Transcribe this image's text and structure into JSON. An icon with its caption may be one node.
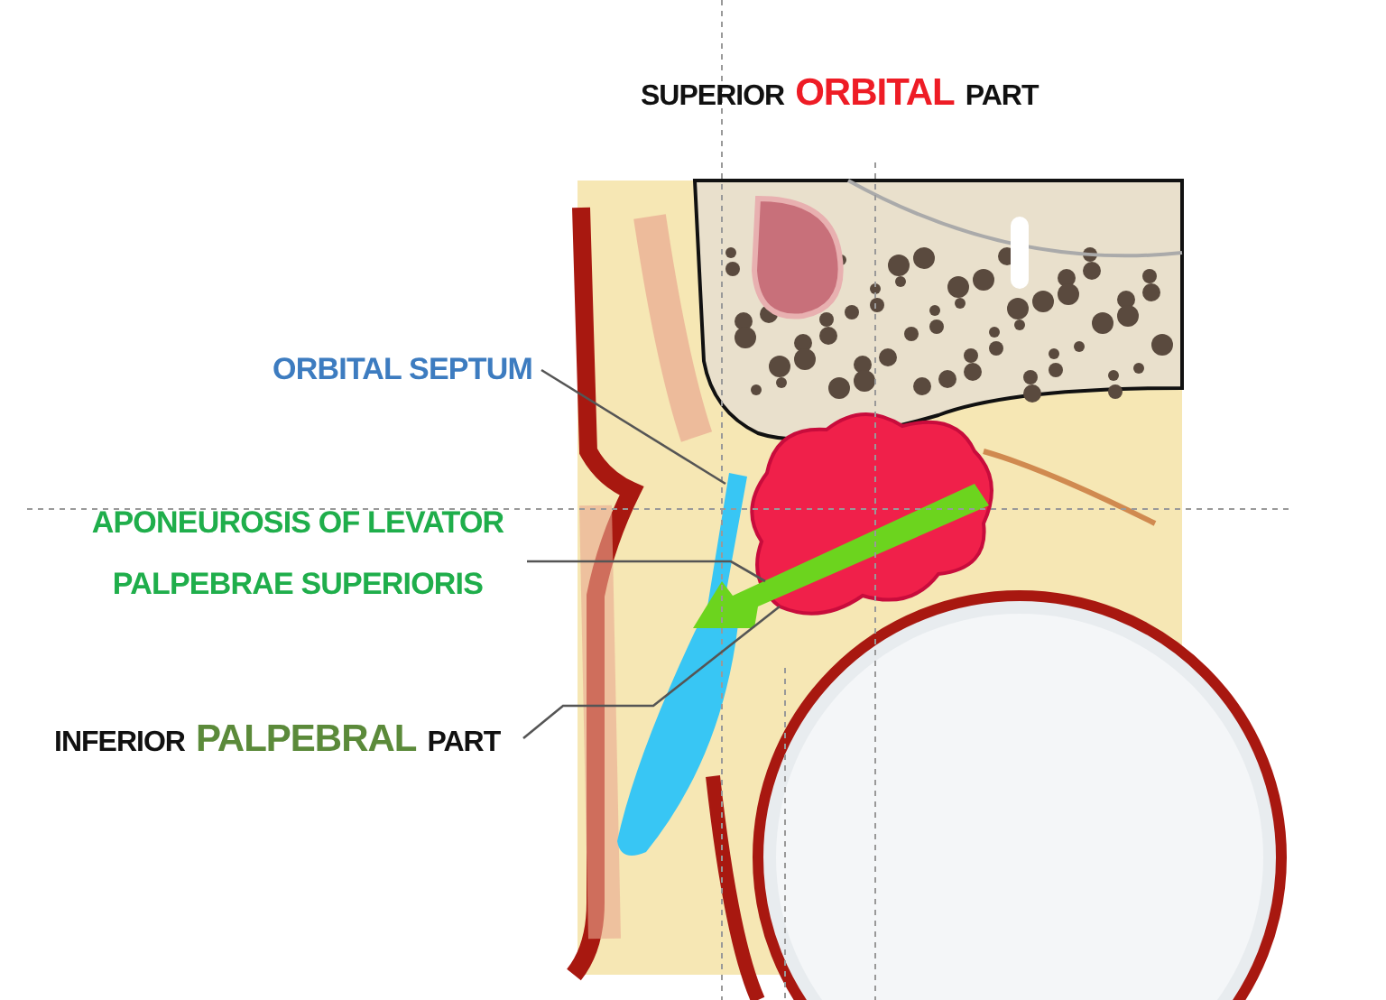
{
  "diagram": {
    "nodes": [
      {
        "text": [
          "ORBITAL SEPTUM"
        ]
      },
      {
        "text": [
          "APONEUROSIS OF LEVATOR PALPEBRAE SUPERIORIS"
        ]
      },
      {
        "text": [
          "INFERIOR",
          "PALPEBRAL",
          "PART"
        ]
      },
      {
        "text": [],
        "shape": "bar"
      },
      {
        "text": [],
        "shape": "bar"
      },
      {
        "text": [],
        "shape": "cloud"
      }
    ],
    "edges": [
      {
        "from": 0,
        "to": 3,
        "arrow": "none"
      },
      {
        "from": 1,
        "to": 4,
        "arrow": "none"
      },
      {
        "from": 2,
        "to": 5,
        "arrow": "none"
      }
    ],
    "labels": [
      "SUPERIOR",
      "ORBITAL",
      "PART"
    ]
  }
}
